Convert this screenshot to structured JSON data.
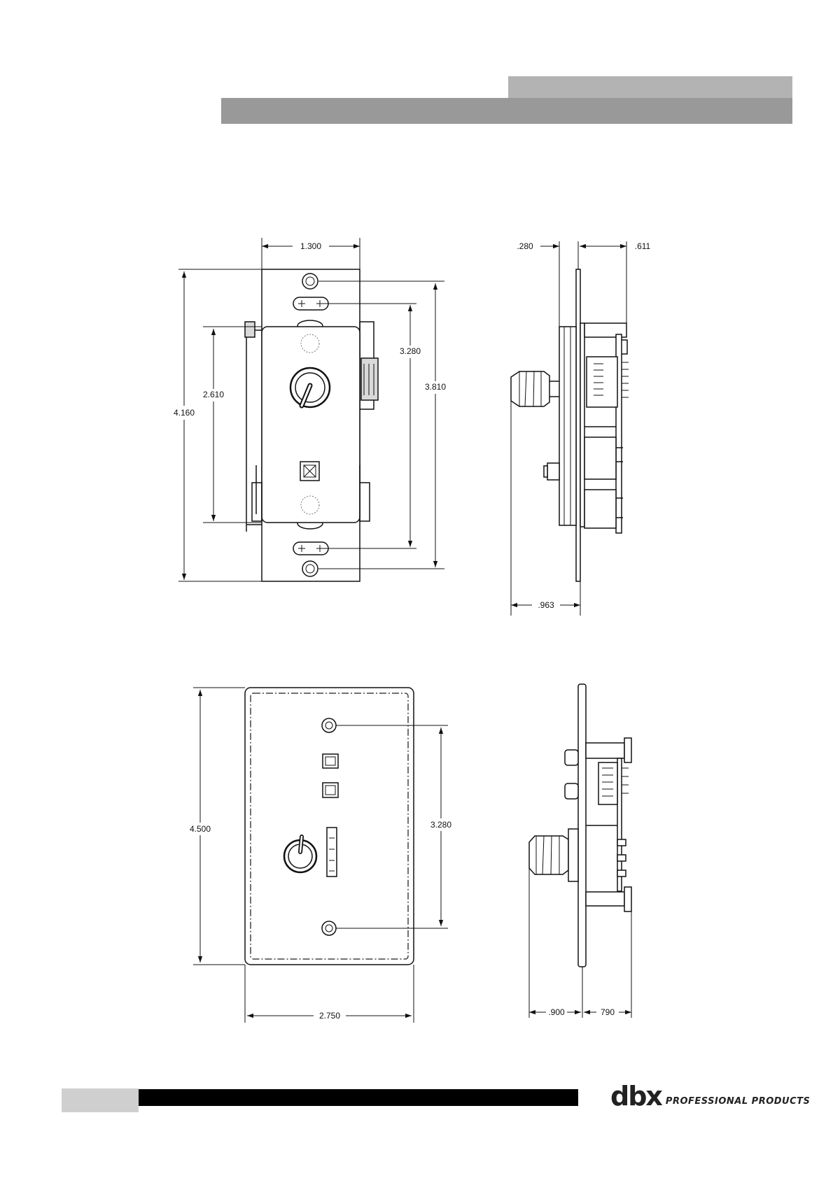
{
  "top_front": {
    "dim_width": "1.300",
    "dim_height_overall": "4.160",
    "dim_height_panel": "2.610",
    "dim_slot_spacing": "3.280",
    "dim_screw_spacing": "3.810"
  },
  "top_side": {
    "dim_plate_thickness": ".280",
    "dim_depth_rear": ".611",
    "dim_knob_depth": ".963"
  },
  "bottom_front": {
    "dim_height": "4.500",
    "dim_screw_spacing": "3.280",
    "dim_width": "2.750"
  },
  "bottom_side": {
    "dim_front_depth": ".900",
    "dim_rear_depth": "790"
  },
  "footer": {
    "logo_mark": "dbx",
    "logo_text": "PROFESSIONAL PRODUCTS"
  },
  "colors": {
    "header_light": "#b3b3b3",
    "header_dark": "#999999",
    "footer_grey": "#cfcfcf",
    "footer_black": "#000000"
  }
}
